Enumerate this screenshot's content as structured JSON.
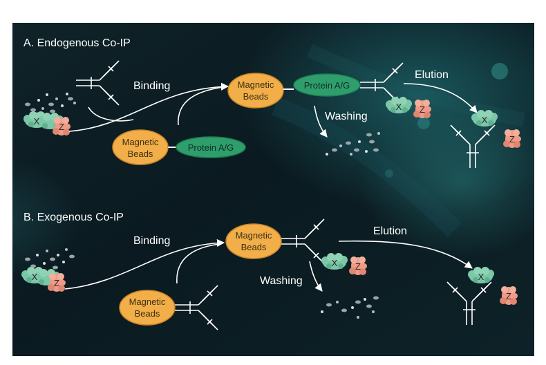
{
  "sections": {
    "a": {
      "title": "A. Endogenous Co-IP",
      "binding": "Binding",
      "washing": "Washing",
      "elution": "Elution",
      "bead_line1": "Magnetic",
      "bead_line2": "Beads",
      "protein_ag": "Protein A/G"
    },
    "b": {
      "title": "B. Exogenous Co-IP",
      "binding": "Binding",
      "washing": "Washing",
      "elution": "Elution",
      "bead_line1": "Magnetic",
      "bead_line2": "Beads"
    }
  },
  "proteins": {
    "x": "X",
    "z": "Z"
  },
  "colors": {
    "background_dark": "#0b1c22",
    "background_teal": "#1b5b63",
    "bead_fill": "#f2ae48",
    "bead_stroke": "#c98326",
    "protein_ag_fill": "#2e9e6c",
    "protein_x": "#7cc7a7",
    "protein_z": "#ee9a86",
    "arrow": "#ffffff"
  }
}
